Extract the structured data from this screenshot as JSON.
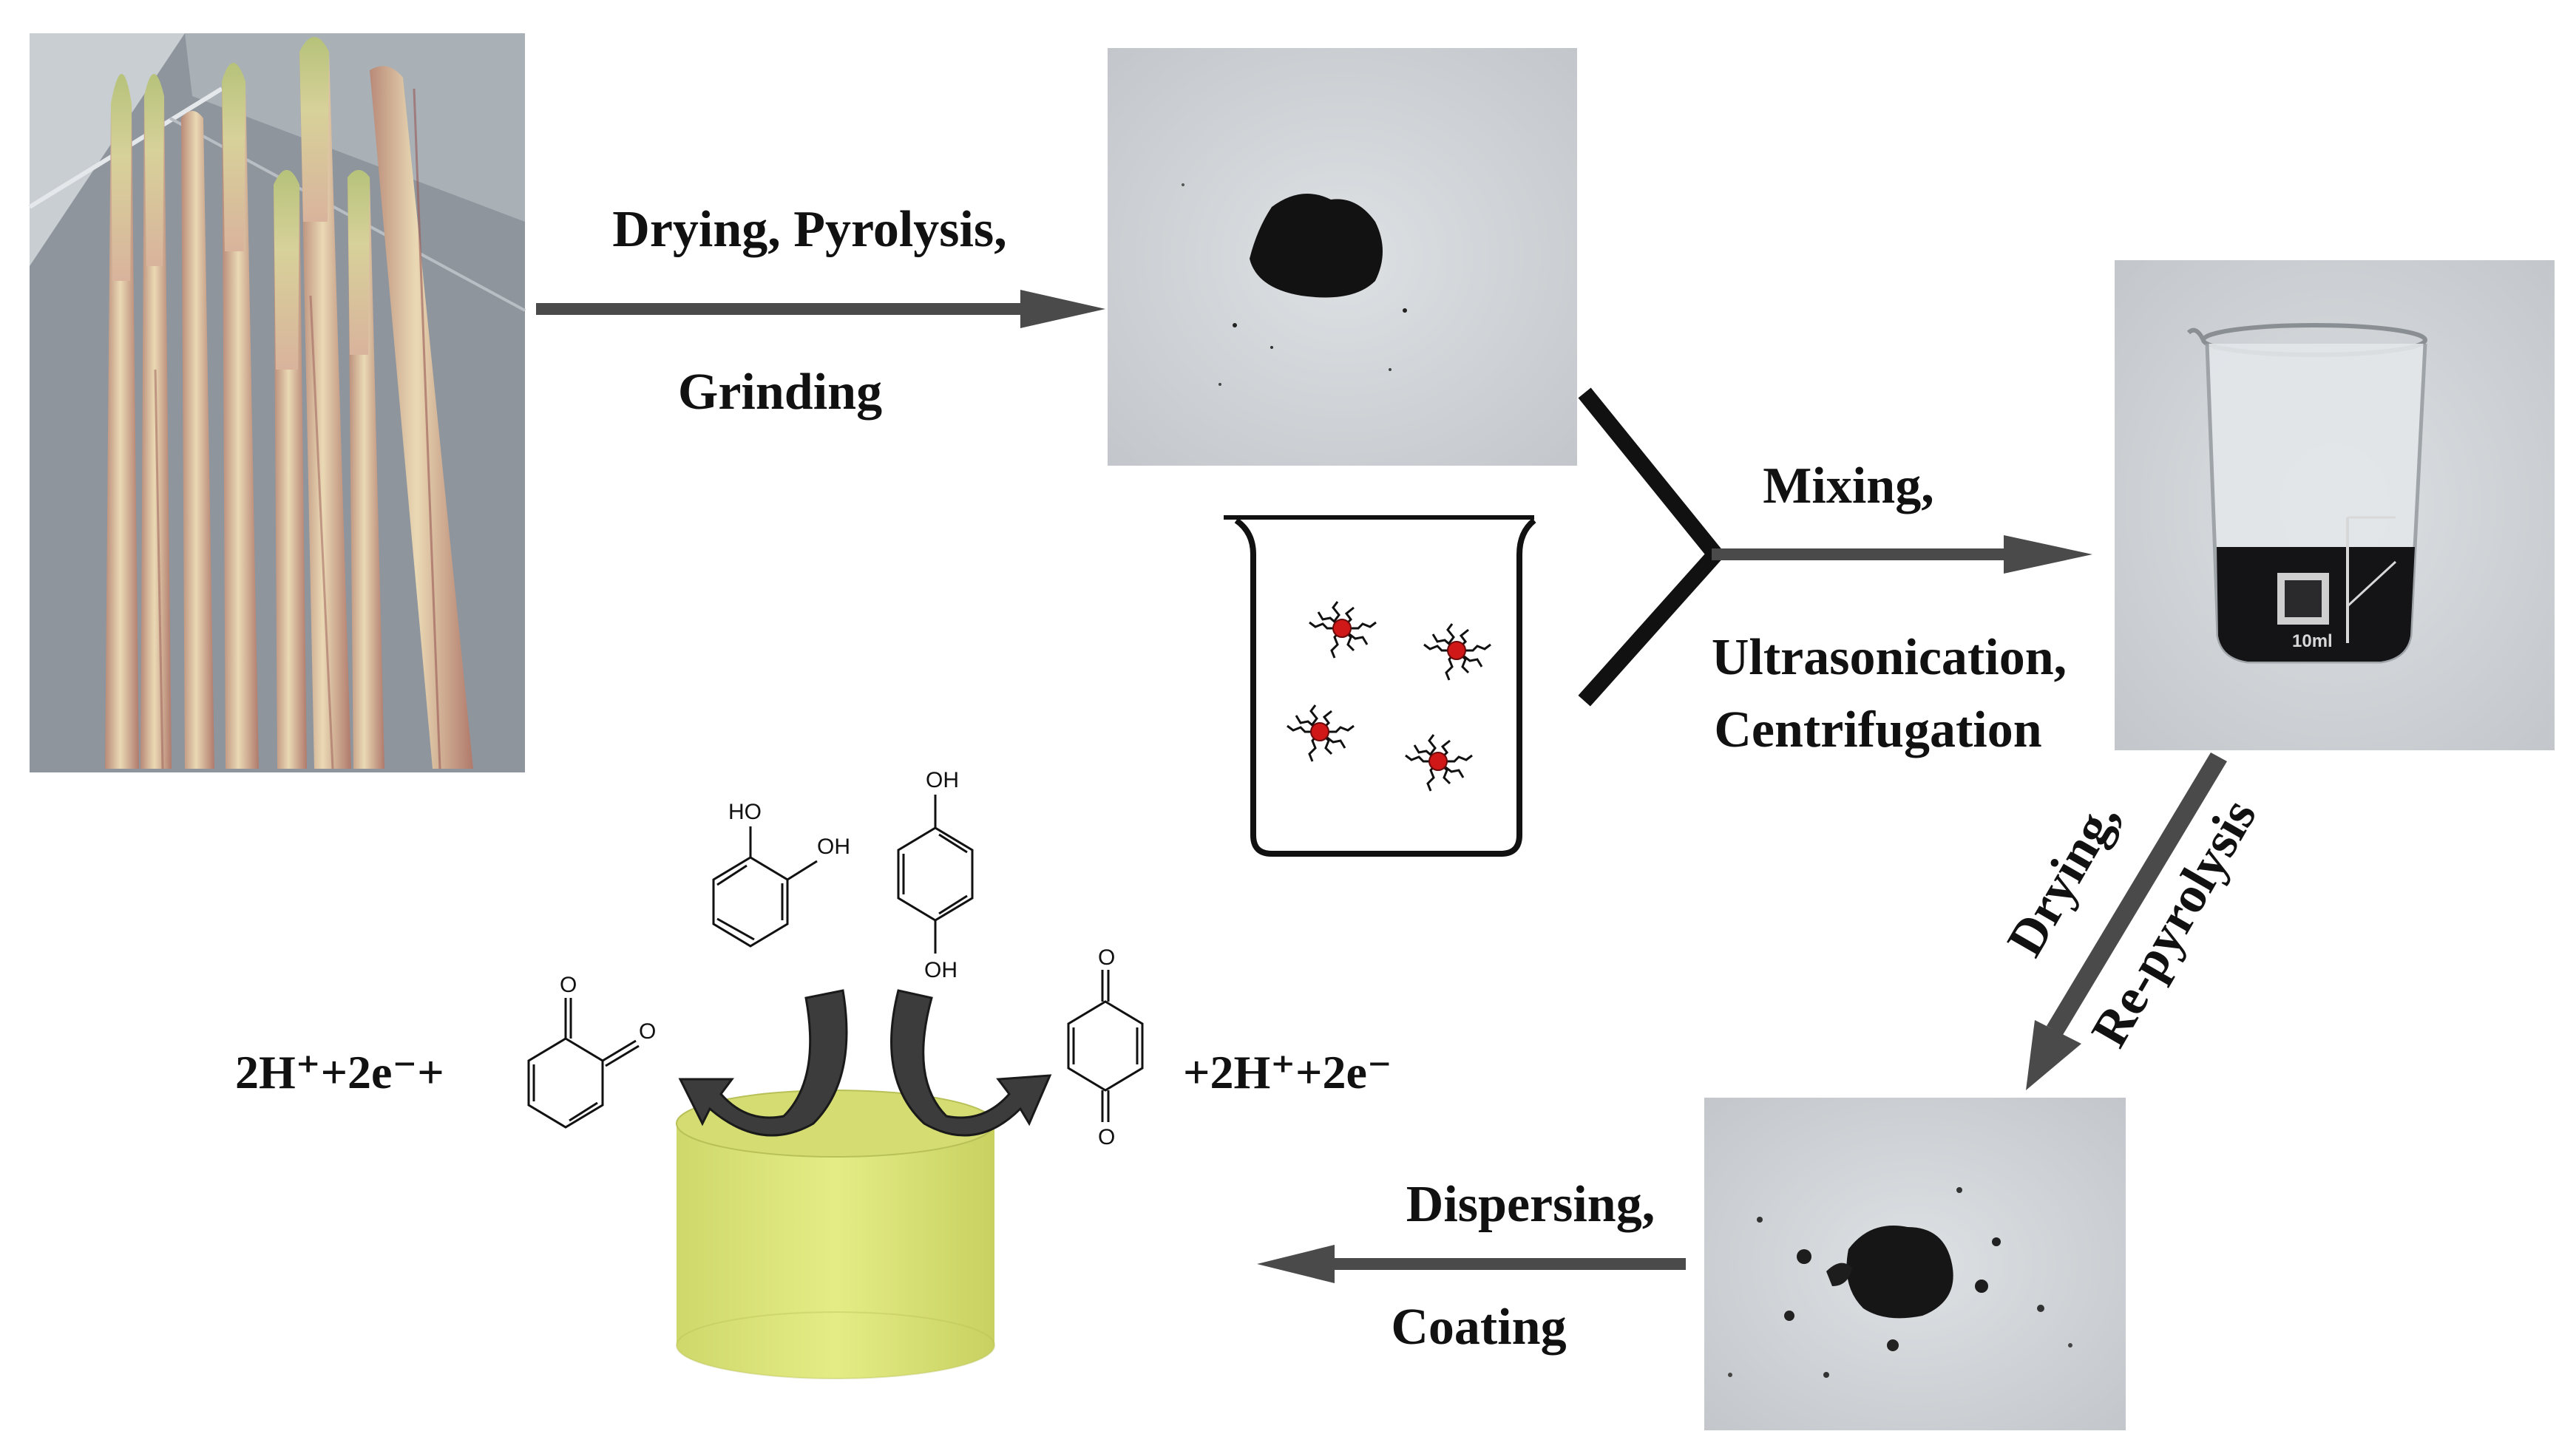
{
  "labels": {
    "step1_line1": "Drying, Pyrolysis,",
    "step1_line2": "Grinding",
    "step2_line1": "Mixing,",
    "step2_line2": "Ultrasonication,",
    "step2_line3": "Centrifugation",
    "step3_line1": "Drying,",
    "step3_line2": "Re-pyrolysis",
    "step4_line1": "Dispersing,",
    "step4_line2": "Coating"
  },
  "reaction": {
    "left_text": "2H⁺+2e⁻+",
    "right_text": "+2H⁺+2e⁻"
  },
  "chemistry": {
    "catechol_oh1": "HO",
    "catechol_oh2": "OH",
    "hydroquinone_oh_top": "OH",
    "hydroquinone_oh_bottom": "OH",
    "o_quinone_o1": "O",
    "o_quinone_o2": "O",
    "p_quinone_o_top": "O",
    "p_quinone_o_bottom": "O"
  },
  "beaker_photo": {
    "volume_label": "10ml"
  },
  "colors": {
    "arrow_fill": "#4a4a4a",
    "electrode_yellow": "#dde57a",
    "nanoparticle_red": "#d01818",
    "carbon_black": "#121212",
    "photo_gray_bg": "#d2d6da"
  }
}
